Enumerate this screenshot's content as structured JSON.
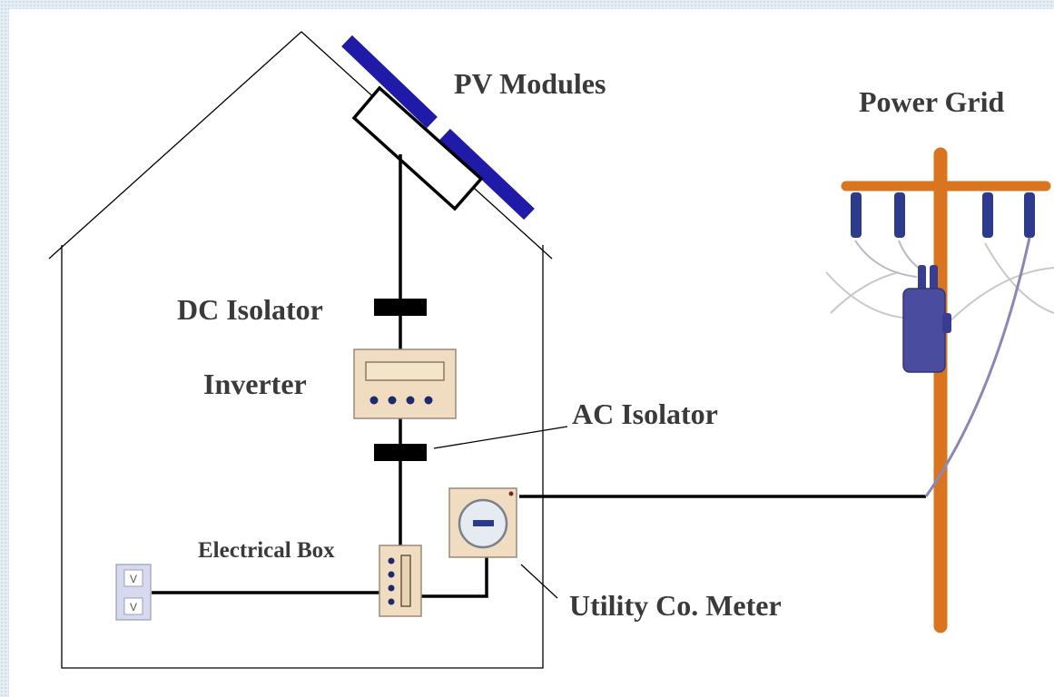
{
  "labels": {
    "pv_modules": "PV Modules",
    "power_grid": "Power Grid",
    "dc_isolator": "DC Isolator",
    "inverter": "Inverter",
    "ac_isolator": "AC Isolator",
    "electrical_box": "Electrical Box",
    "utility_meter": "Utility Co. Meter",
    "outlet_top": "V",
    "outlet_bottom": "V"
  },
  "colors": {
    "pv_panel": "#1f1aa8",
    "pole": "#d9741f",
    "insulator": "#2e3a8c",
    "transformer": "#4a4ca0",
    "device_fill": "#f0dcc0",
    "outlet_fill": "#d7d9ef"
  }
}
